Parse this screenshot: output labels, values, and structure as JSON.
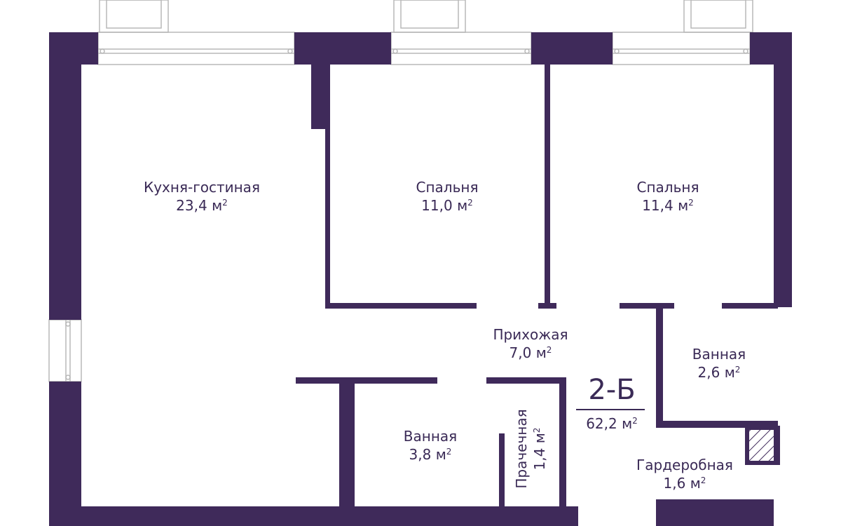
{
  "colors": {
    "wall": "#3f2a5a",
    "text": "#3a2a56",
    "window_line": "#b8b8b8"
  },
  "apartment": {
    "code": "2-Б",
    "total_area": "62,2 м",
    "area_unit_sup": "2"
  },
  "rooms": {
    "kitchen_living": {
      "name": "Кухня-гостиная",
      "area": "23,4 м",
      "sup": "2"
    },
    "bedroom_1": {
      "name": "Спальня",
      "area": "11,0 м",
      "sup": "2"
    },
    "bedroom_2": {
      "name": "Спальня",
      "area": "11,4 м",
      "sup": "2"
    },
    "hallway": {
      "name": "Прихожая",
      "area": "7,0 м",
      "sup": "2"
    },
    "bathroom_small": {
      "name": "Ванная",
      "area": "2,6 м",
      "sup": "2"
    },
    "bathroom_large": {
      "name": "Ванная",
      "area": "3,8 м",
      "sup": "2"
    },
    "laundry": {
      "name": "Прачечная",
      "area": "1,4 м",
      "sup": "2"
    },
    "wardrobe": {
      "name": "Гардеробная",
      "area": "1,6 м",
      "sup": "2"
    }
  }
}
